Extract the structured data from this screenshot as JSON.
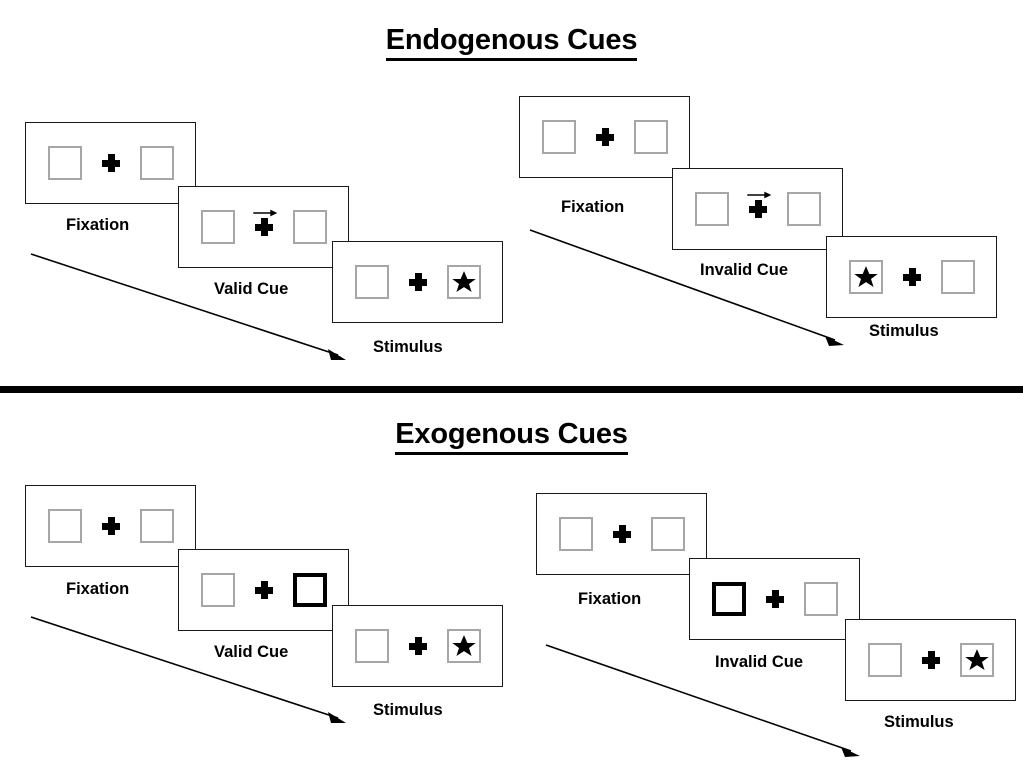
{
  "figure": {
    "sections": [
      {
        "id": "endogenous",
        "title": "Endogenous Cues",
        "cue_type": "central-arrow",
        "columns": [
          {
            "id": "endogenous-valid",
            "cue_condition": "Valid Cue",
            "cue_direction": "right",
            "target_side": "right",
            "cards": [
              {
                "label": "Fixation",
                "left_box": "empty",
                "right_box": "empty",
                "arrow": false
              },
              {
                "label": "Valid Cue",
                "left_box": "empty",
                "right_box": "empty",
                "arrow": true
              },
              {
                "label": "Stimulus",
                "left_box": "empty",
                "right_box": "star",
                "arrow": false
              }
            ]
          },
          {
            "id": "endogenous-invalid",
            "cue_condition": "Invalid Cue",
            "cue_direction": "right",
            "target_side": "left",
            "cards": [
              {
                "label": "Fixation",
                "left_box": "empty",
                "right_box": "empty",
                "arrow": false
              },
              {
                "label": "Invalid Cue",
                "left_box": "empty",
                "right_box": "empty",
                "arrow": true
              },
              {
                "label": "Stimulus",
                "left_box": "star",
                "right_box": "empty",
                "arrow": false
              }
            ]
          }
        ]
      },
      {
        "id": "exogenous",
        "title": "Exogenous Cues",
        "cue_type": "peripheral-box-flash",
        "columns": [
          {
            "id": "exogenous-valid",
            "cue_condition": "Valid Cue",
            "cue_side": "right",
            "target_side": "right",
            "cards": [
              {
                "label": "Fixation",
                "left_box": "empty",
                "right_box": "empty",
                "arrow": false
              },
              {
                "label": "Valid Cue",
                "left_box": "empty",
                "right_box": "cued",
                "arrow": false
              },
              {
                "label": "Stimulus",
                "left_box": "empty",
                "right_box": "star",
                "arrow": false
              }
            ]
          },
          {
            "id": "exogenous-invalid",
            "cue_condition": "Invalid Cue",
            "cue_side": "left",
            "target_side": "right",
            "cards": [
              {
                "label": "Fixation",
                "left_box": "empty",
                "right_box": "empty",
                "arrow": false
              },
              {
                "label": "Invalid Cue",
                "left_box": "cued",
                "right_box": "empty",
                "arrow": false
              },
              {
                "label": "Stimulus",
                "left_box": "empty",
                "right_box": "star",
                "arrow": false
              }
            ]
          }
        ]
      }
    ],
    "icons": {
      "fixation_cross": "plus-cross-icon",
      "target": "black-star-icon",
      "cue_arrow": "right-arrow-icon",
      "timeline": "time-arrow-icon"
    },
    "colors": {
      "placeholder_box_border": "#a6a6a6",
      "cued_box_border": "#000000",
      "card_border": "#1a1a1a",
      "ink": "#000000",
      "background": "#ffffff"
    }
  }
}
